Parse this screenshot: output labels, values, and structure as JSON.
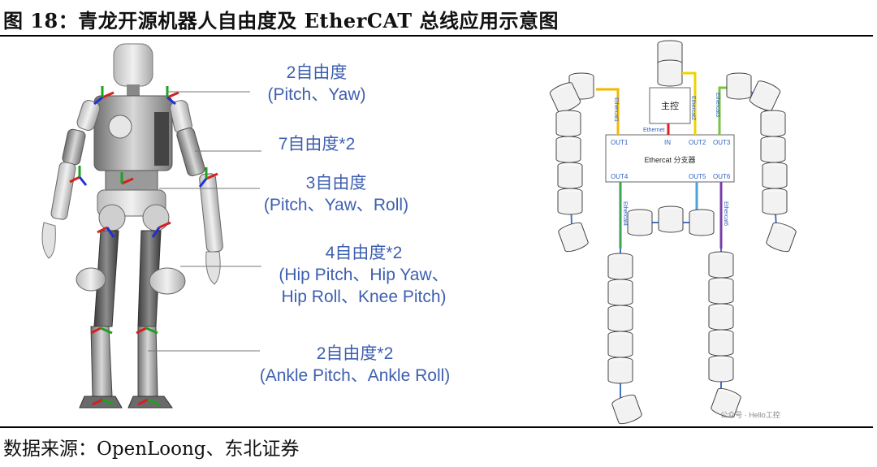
{
  "figure": {
    "title": "图 18：青龙开源机器人自由度及 EtherCAT 总线应用示意图",
    "source": "数据来源：OpenLoong、东北证券"
  },
  "robot_annotations": [
    {
      "line1": "2自由度",
      "line2": "(Pitch、Yaw)",
      "line3": ""
    },
    {
      "line1": "7自由度*2",
      "line2": "",
      "line3": ""
    },
    {
      "line1": "3自由度",
      "line2": "(Pitch、Yaw、Roll)",
      "line3": ""
    },
    {
      "line1": "4自由度*2",
      "line2": "(Hip Pitch、Hip Yaw、",
      "line3": "Hip Roll、Knee Pitch)"
    },
    {
      "line1": "2自由度*2",
      "line2": "(Ankle Pitch、Ankle Roll)",
      "line3": ""
    }
  ],
  "diagram": {
    "master_label": "主控",
    "switch_label": "Ethercat 分支器",
    "ports": {
      "out1": "OUT1",
      "in": "IN",
      "out2": "OUT2",
      "out3": "OUT3",
      "out4": "OUT4",
      "out5": "OUT5",
      "out6": "OUT6"
    },
    "cable_labels": {
      "ethercat1": "Ethercat1",
      "ethercat2": "Ethercat2",
      "ethercat3": "Ethercat3",
      "ethercat4": "Ethercat4",
      "ethercat6": "Ethercat6",
      "ethernet": "Ethernet"
    },
    "watermark": "公众号 · Hello工控",
    "colors": {
      "ethercat1": "#f2b800",
      "ethercat2": "#ecd400",
      "ethercat3": "#7cc242",
      "ethercat4": "#3aa655",
      "ethercat5": "#4aa3df",
      "ethercat6": "#7b3fa6",
      "ethernet": "#e02020",
      "joint_link": "#4472c4"
    }
  }
}
